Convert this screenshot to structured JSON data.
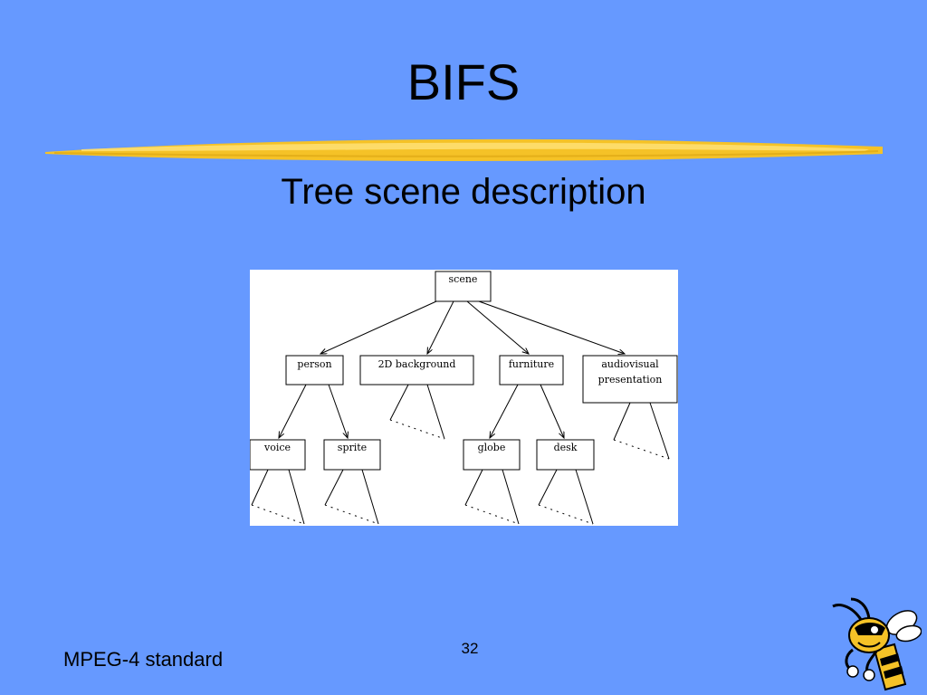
{
  "slide": {
    "title": "BIFS",
    "subtitle": "Tree scene description",
    "footer": "MPEG-4 standard",
    "page_number": "32"
  },
  "diagram": {
    "nodes": {
      "scene": "scene",
      "person": "person",
      "background": "2D background",
      "furniture": "furniture",
      "av_line1": "audiovisual",
      "av_line2": "presentation",
      "voice": "voice",
      "sprite": "sprite",
      "globe": "globe",
      "desk": "desk"
    }
  },
  "colors": {
    "background": "#6699ff",
    "brush_stroke": "#f5c227",
    "panel": "#ffffff"
  },
  "icons": [
    "yellow-jacket-mascot-icon"
  ]
}
